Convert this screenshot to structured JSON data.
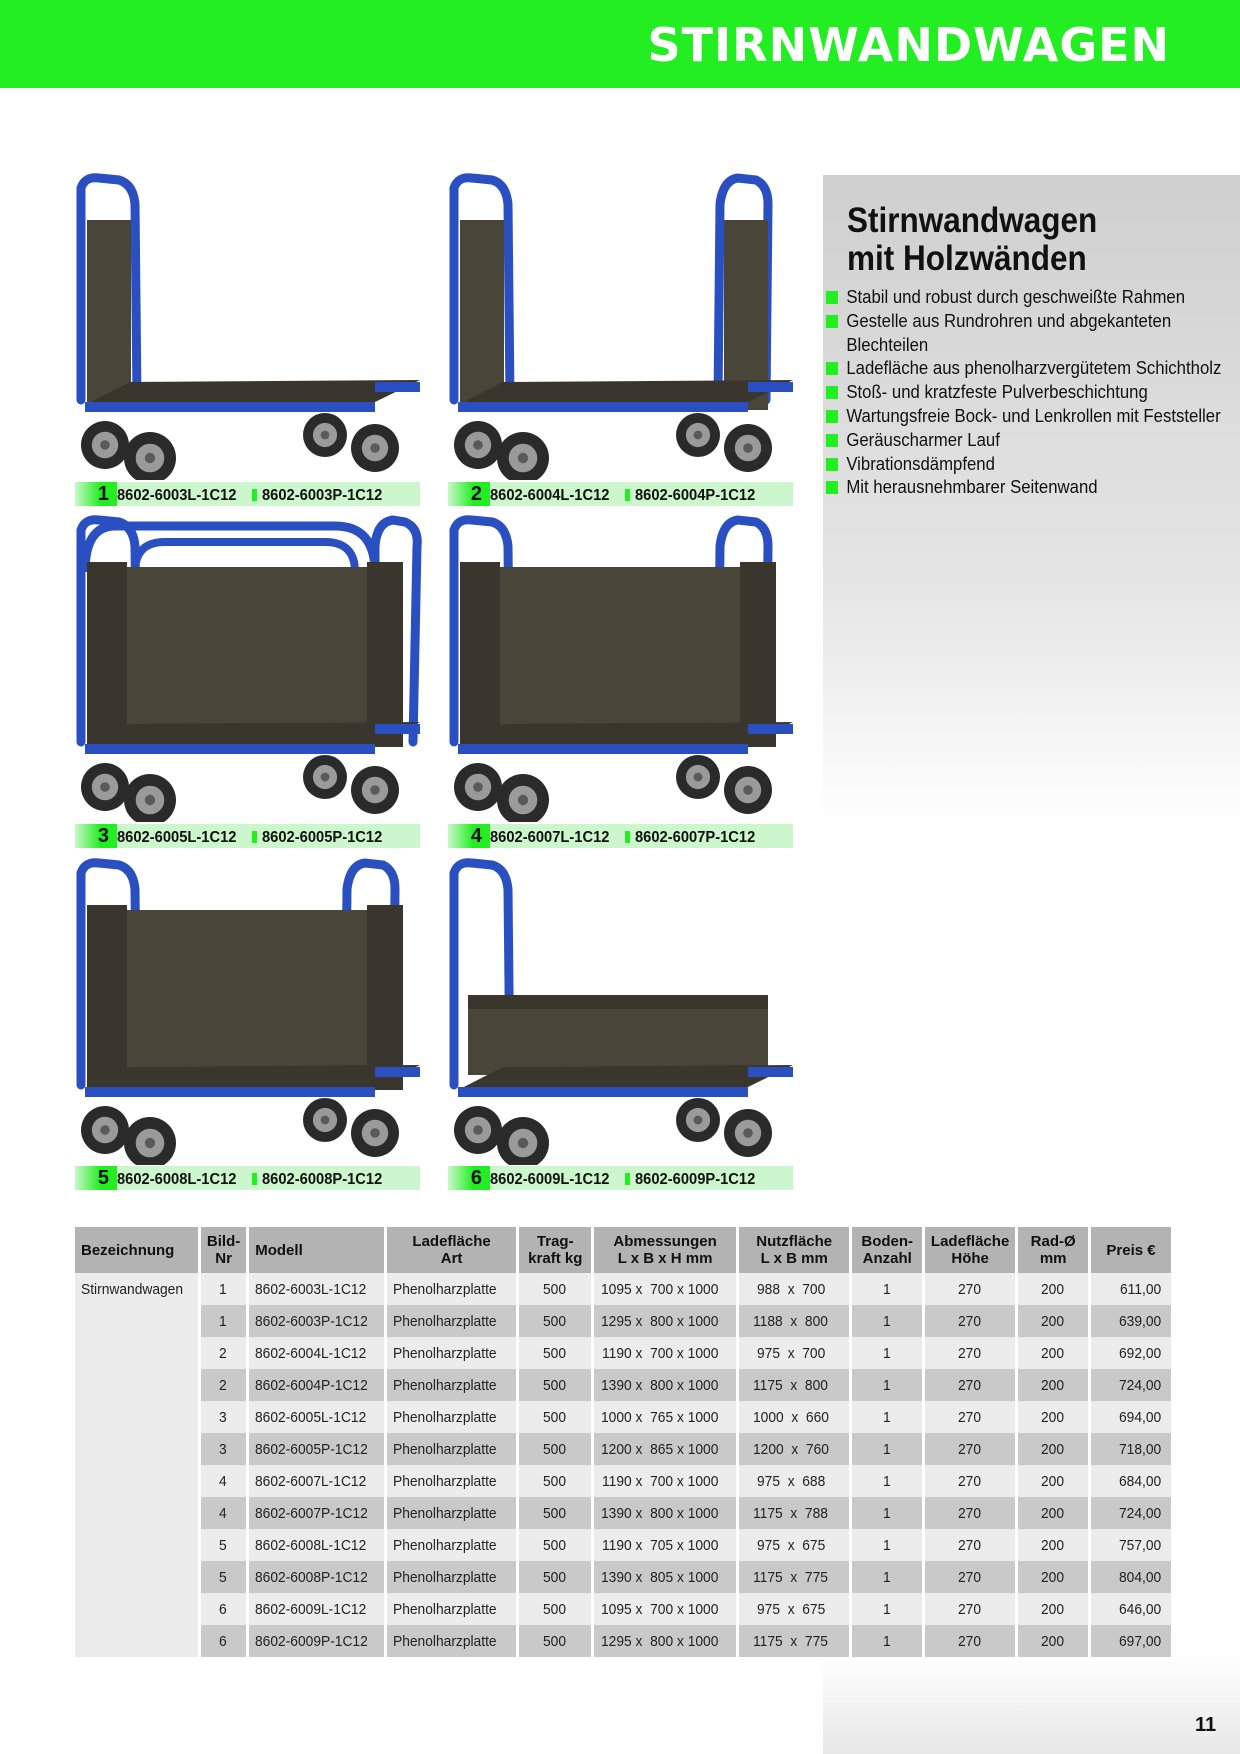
{
  "header": {
    "title": "STIRNWANDWAGEN",
    "accent_color": "#22ee22"
  },
  "features": {
    "title_line1": "Stirnwandwagen",
    "title_line2": "mit Holzwänden",
    "items": [
      "Stabil und robust durch geschweißte Rahmen",
      "Gestelle aus Rundrohren und abgekanteten Blechteilen",
      "Ladefläche aus phenolharzvergütetem Schichtholz",
      "Stoß- und kratzfeste Pulverbeschichtung",
      "Wartungsfreie Bock- und Lenkrollen mit Feststeller",
      "Geräuscharmer Lauf",
      "Vibrationsdämpfend",
      "Mit herausnehmbarer Seitenwand"
    ]
  },
  "products": [
    {
      "num": "1",
      "code_l": "8602-6003L-1C12",
      "code_p": "8602-6003P-1C12"
    },
    {
      "num": "2",
      "code_l": "8602-6004L-1C12",
      "code_p": "8602-6004P-1C12"
    },
    {
      "num": "3",
      "code_l": "8602-6005L-1C12",
      "code_p": "8602-6005P-1C12"
    },
    {
      "num": "4",
      "code_l": "8602-6007L-1C12",
      "code_p": "8602-6007P-1C12"
    },
    {
      "num": "5",
      "code_l": "8602-6008L-1C12",
      "code_p": "8602-6008P-1C12"
    },
    {
      "num": "6",
      "code_l": "8602-6009L-1C12",
      "code_p": "8602-6009P-1C12"
    }
  ],
  "table": {
    "headers": {
      "bezeichnung": "Bezeichnung",
      "bild_1": "Bild-",
      "bild_2": "Nr",
      "modell": "Modell",
      "lade_1": "Ladefläche",
      "lade_2": "Art",
      "trag_1": "Trag-",
      "trag_2": "kraft kg",
      "abm_1": "Abmessungen",
      "abm_2": "L x B x H mm",
      "nutz_1": "Nutzfläche",
      "nutz_2": "L x B mm",
      "boden_1": "Boden-",
      "boden_2": "Anzahl",
      "ladeh_1": "Ladefläche",
      "ladeh_2": "Höhe",
      "rad_1": "Rad-Ø",
      "rad_2": "mm",
      "preis": "Preis €"
    },
    "bezeichnung_value": "Stirnwandwagen",
    "rows": [
      {
        "bild": "1",
        "modell": "8602-6003L-1C12",
        "art": "Phenolharzplatte",
        "trag": "500",
        "abm": "1095 x  700 x 1000",
        "nutz": "988  x  700",
        "boden": "1",
        "hoehe": "270",
        "rad": "200",
        "preis": "611,00"
      },
      {
        "bild": "1",
        "modell": "8602-6003P-1C12",
        "art": "Phenolharzplatte",
        "trag": "500",
        "abm": "1295 x  800 x 1000",
        "nutz": "1188  x  800",
        "boden": "1",
        "hoehe": "270",
        "rad": "200",
        "preis": "639,00"
      },
      {
        "bild": "2",
        "modell": "8602-6004L-1C12",
        "art": "Phenolharzplatte",
        "trag": "500",
        "abm": "1190 x  700 x 1000",
        "nutz": "975  x  700",
        "boden": "1",
        "hoehe": "270",
        "rad": "200",
        "preis": "692,00"
      },
      {
        "bild": "2",
        "modell": "8602-6004P-1C12",
        "art": "Phenolharzplatte",
        "trag": "500",
        "abm": "1390 x  800 x 1000",
        "nutz": "1175  x  800",
        "boden": "1",
        "hoehe": "270",
        "rad": "200",
        "preis": "724,00"
      },
      {
        "bild": "3",
        "modell": "8602-6005L-1C12",
        "art": "Phenolharzplatte",
        "trag": "500",
        "abm": "1000 x  765 x 1000",
        "nutz": "1000  x  660",
        "boden": "1",
        "hoehe": "270",
        "rad": "200",
        "preis": "694,00"
      },
      {
        "bild": "3",
        "modell": "8602-6005P-1C12",
        "art": "Phenolharzplatte",
        "trag": "500",
        "abm": "1200 x  865 x 1000",
        "nutz": "1200  x  760",
        "boden": "1",
        "hoehe": "270",
        "rad": "200",
        "preis": "718,00"
      },
      {
        "bild": "4",
        "modell": "8602-6007L-1C12",
        "art": "Phenolharzplatte",
        "trag": "500",
        "abm": "1190 x  700 x 1000",
        "nutz": "975  x  688",
        "boden": "1",
        "hoehe": "270",
        "rad": "200",
        "preis": "684,00"
      },
      {
        "bild": "4",
        "modell": "8602-6007P-1C12",
        "art": "Phenolharzplatte",
        "trag": "500",
        "abm": "1390 x  800 x 1000",
        "nutz": "1175  x  788",
        "boden": "1",
        "hoehe": "270",
        "rad": "200",
        "preis": "724,00"
      },
      {
        "bild": "5",
        "modell": "8602-6008L-1C12",
        "art": "Phenolharzplatte",
        "trag": "500",
        "abm": "1190 x  705 x 1000",
        "nutz": "975  x  675",
        "boden": "1",
        "hoehe": "270",
        "rad": "200",
        "preis": "757,00"
      },
      {
        "bild": "5",
        "modell": "8602-6008P-1C12",
        "art": "Phenolharzplatte",
        "trag": "500",
        "abm": "1390 x  805 x 1000",
        "nutz": "1175  x  775",
        "boden": "1",
        "hoehe": "270",
        "rad": "200",
        "preis": "804,00"
      },
      {
        "bild": "6",
        "modell": "8602-6009L-1C12",
        "art": "Phenolharzplatte",
        "trag": "500",
        "abm": "1095 x  700 x 1000",
        "nutz": "975  x  675",
        "boden": "1",
        "hoehe": "270",
        "rad": "200",
        "preis": "646,00"
      },
      {
        "bild": "6",
        "modell": "8602-6009P-1C12",
        "art": "Phenolharzplatte",
        "trag": "500",
        "abm": "1295 x  800 x 1000",
        "nutz": "1175  x  775",
        "boden": "1",
        "hoehe": "270",
        "rad": "200",
        "preis": "697,00"
      }
    ]
  },
  "page_number": "11"
}
